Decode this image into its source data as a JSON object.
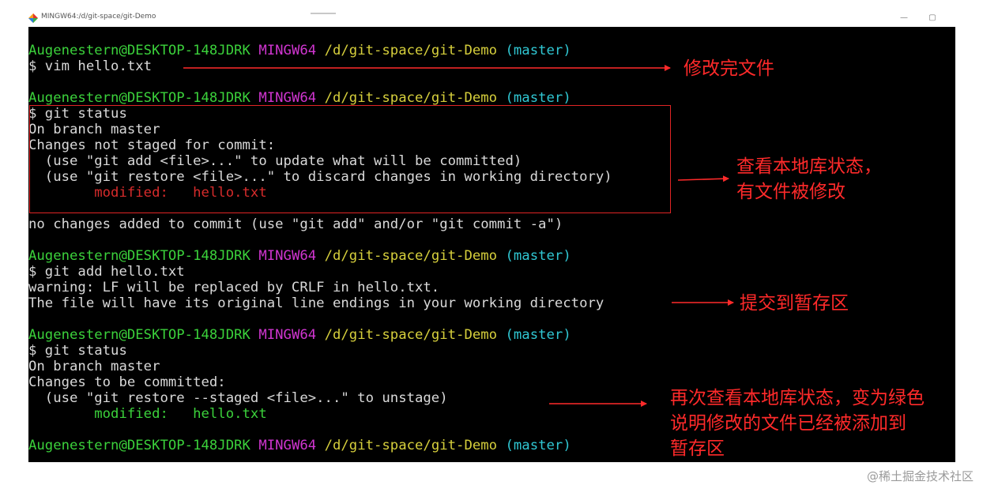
{
  "window": {
    "title": "MINGW64:/d/git-space/git-Demo",
    "minimize_glyph": "—",
    "maximize_glyph": "▢",
    "icon": "mingw-app-icon"
  },
  "prompt": {
    "user": "Augenestern@DESKTOP-148JDRK",
    "env": "MINGW64",
    "path": "/d/git-space/git-Demo",
    "branch": "(master)"
  },
  "terminal": {
    "cmd1": "$ vim hello.txt",
    "cmd2": "$ git status",
    "status1": [
      "On branch master",
      "Changes not staged for commit:",
      "  (use \"git add <file>...\" to update what will be committed)",
      "  (use \"git restore <file>...\" to discard changes in working directory)"
    ],
    "modified_label": "modified:",
    "modified_file": "hello.txt",
    "no_changes": "no changes added to commit (use \"git add\" and/or \"git commit -a\")",
    "cmd3": "$ git add hello.txt",
    "add_output": [
      "warning: LF will be replaced by CRLF in hello.txt.",
      "The file will have its original line endings in your working directory"
    ],
    "cmd4": "$ git status",
    "status2": [
      "On branch master",
      "Changes to be committed:",
      "  (use \"git restore --staged <file>...\" to unstage)"
    ]
  },
  "annotations": {
    "a1": "修改完文件",
    "a2_line1": "查看本地库状态，",
    "a2_line2": "有文件被修改",
    "a3": "提交到暂存区",
    "a4_line1": "再次查看本地库状态，变为绿色",
    "a4_line2": "说明修改的文件已经被添加到",
    "a4_line3": "暂存区"
  },
  "watermark": "@稀土掘金技术社区",
  "colors": {
    "user": "#3bd13b",
    "env": "#d035d0",
    "path": "#d6cf3c",
    "branch": "#30c7d3",
    "unstaged": "#d62b2b",
    "staged": "#3bd13b",
    "annotation": "#ff2a2a"
  }
}
